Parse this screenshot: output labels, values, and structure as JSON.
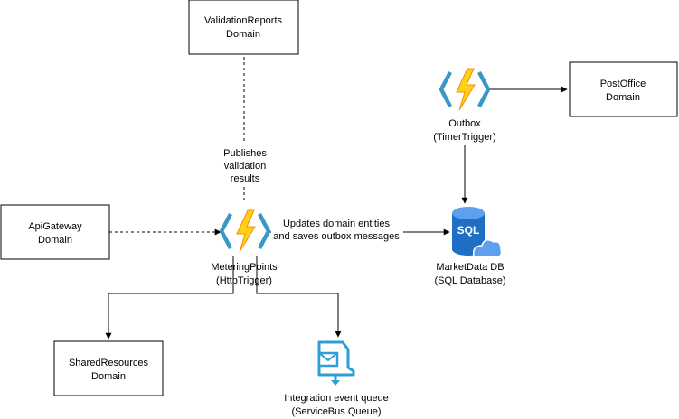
{
  "nodes": {
    "validation_reports": {
      "line1": "ValidationReports",
      "line2": "Domain"
    },
    "post_office": {
      "line1": "PostOffice",
      "line2": "Domain"
    },
    "api_gateway": {
      "line1": "ApiGateway",
      "line2": "Domain"
    },
    "shared_resources": {
      "line1": "SharedResources",
      "line2": "Domain"
    },
    "outbox": {
      "line1": "Outbox",
      "line2": "(TimerTrigger)",
      "icon": "azure-function-icon"
    },
    "metering_points": {
      "line1": "MeteringPoints",
      "line2": "(HttpTrigger)",
      "icon": "azure-function-icon"
    },
    "market_data_db": {
      "line1": "MarketData DB",
      "line2": "(SQL Database)",
      "icon": "sql-database-icon",
      "icon_text": "SQL"
    },
    "integration_queue": {
      "line1": "Integration event queue",
      "line2": "(ServiceBus Queue)",
      "icon": "service-bus-queue-icon"
    }
  },
  "edges": {
    "publishes": {
      "line1": "Publishes",
      "line2": "validation",
      "line3": "results"
    },
    "updates": {
      "line1": "Updates domain entities",
      "line2": "and saves outbox messages"
    }
  },
  "colors": {
    "function_yellow": "#fcd116",
    "function_orange": "#ff8c00",
    "function_bracket": "#3999c6",
    "sql_blue": "#1f6fc5",
    "sql_light": "#5ea0ef",
    "servicebus_blue": "#2e9ed9"
  }
}
